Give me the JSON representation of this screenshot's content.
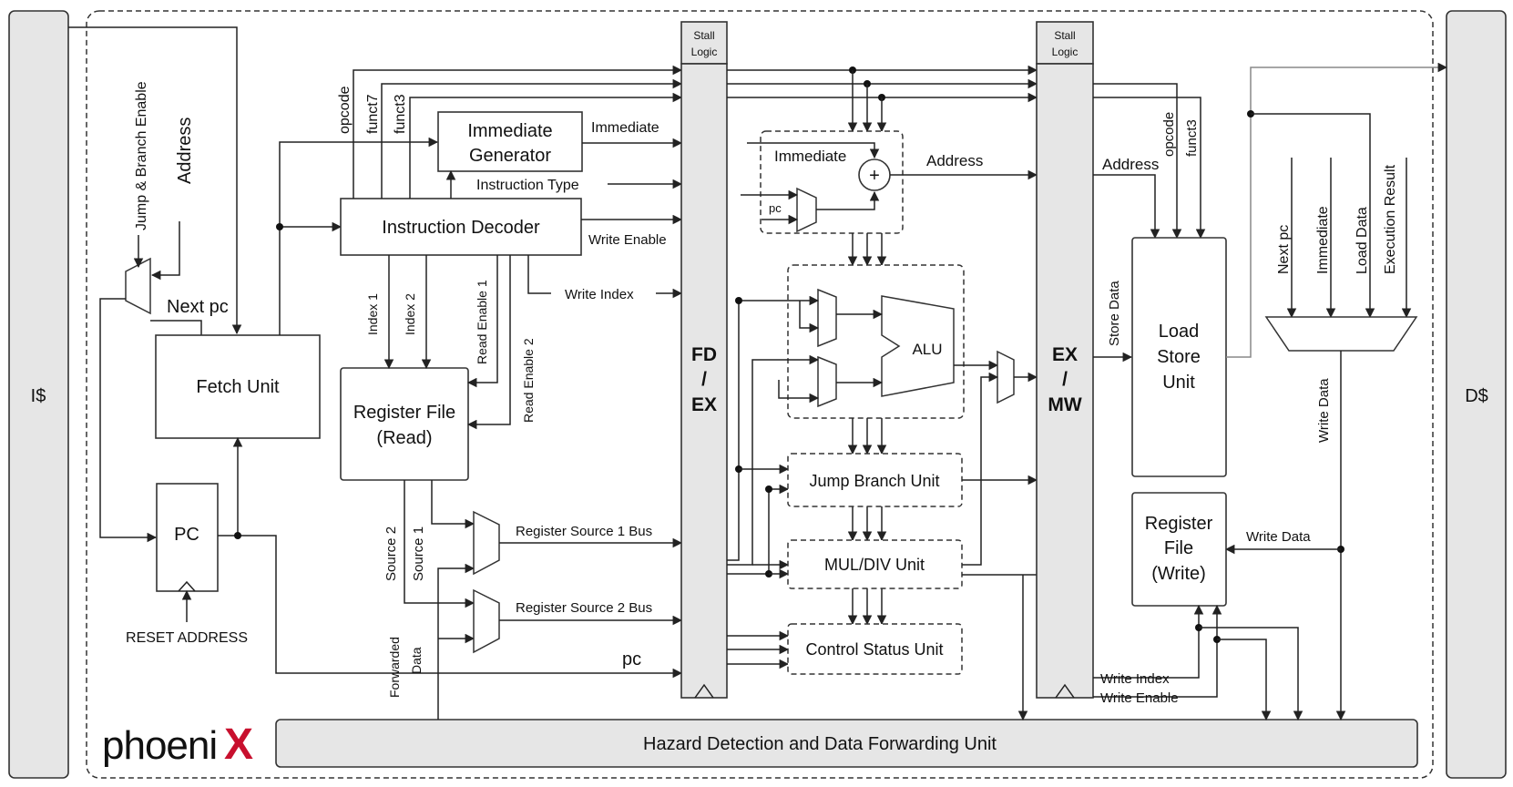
{
  "caches": {
    "icache": "I$",
    "dcache": "D$"
  },
  "logo": {
    "text": "phoeni",
    "mark": "X"
  },
  "blocks": {
    "fetch_unit": "Fetch Unit",
    "pc": "PC",
    "reset_address": "RESET ADDRESS",
    "next_pc": "Next pc",
    "jump_branch_enable": "Jump & Branch Enable",
    "address_in": "Address",
    "immediate_generator_1": "Immediate",
    "immediate_generator_2": "Generator",
    "instruction_decoder": "Instruction Decoder",
    "register_file_read_1": "Register File",
    "register_file_read_2": "(Read)",
    "stall_logic_1": "Stall",
    "stall_logic_2": "Logic",
    "fd_ex_1": "FD",
    "fd_ex_2": "/",
    "fd_ex_3": "EX",
    "ex_mw_1": "EX",
    "ex_mw_2": "/",
    "ex_mw_3": "MW",
    "alu": "ALU",
    "jump_branch_unit": "Jump Branch Unit",
    "mul_div_unit": "MUL/DIV Unit",
    "control_status_unit": "Control Status Unit",
    "load_store_1": "Load",
    "load_store_2": "Store",
    "load_store_3": "Unit",
    "regfile_write_1": "Register",
    "regfile_write_2": "File",
    "regfile_write_3": "(Write)",
    "hazard_unit": "Hazard Detection and Data Forwarding Unit",
    "plus": "+"
  },
  "signals": {
    "opcode": "opcode",
    "funct7": "funct7",
    "funct3": "funct3",
    "immediate": "Immediate",
    "instruction_type": "Instruction Type",
    "write_enable": "Write Enable",
    "write_index": "Write Index",
    "index_1": "Index 1",
    "index_2": "Index 2",
    "read_enable_1": "Read Enable 1",
    "read_enable_2": "Read Enable 2",
    "source_1": "Source 1",
    "source_2": "Source 2",
    "forwarded": "Forwarded",
    "data": "Data",
    "rs1_bus": "Register Source 1 Bus",
    "rs2_bus": "Register Source 2 Bus",
    "pc": "pc",
    "ex_immediate": "Immediate",
    "ex_pc": "pc",
    "address": "Address",
    "mw_address": "Address",
    "mw_opcode": "opcode",
    "mw_funct3": "funct3",
    "store_data": "Store Data",
    "wb_next_pc": "Next pc",
    "wb_immediate": "Immediate",
    "wb_load_data": "Load Data",
    "wb_execution_result": "Execution Result",
    "wb_write_data_v": "Write Data",
    "wb_write_data_h": "Write Data",
    "wb_write_index": "Write Index",
    "wb_write_enable": "Write Enable"
  }
}
